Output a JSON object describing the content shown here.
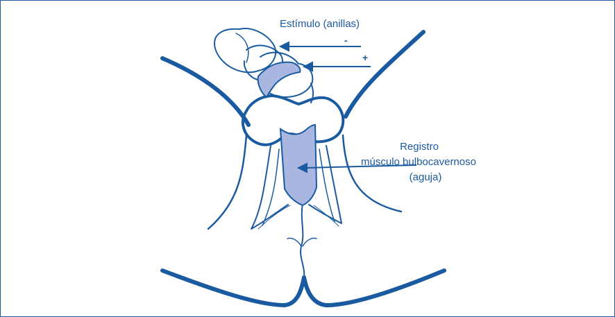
{
  "labels": {
    "stimulus": "Estímulo (anillas)",
    "minus": "-",
    "plus": "+",
    "record_line1": "Registro",
    "record_line2": "músculo bulbocavernoso",
    "record_line3": "(aguja)"
  },
  "colors": {
    "stroke": "#1a5aa0",
    "fill_highlight": "#a9b7e0",
    "background": "#ffffff"
  }
}
